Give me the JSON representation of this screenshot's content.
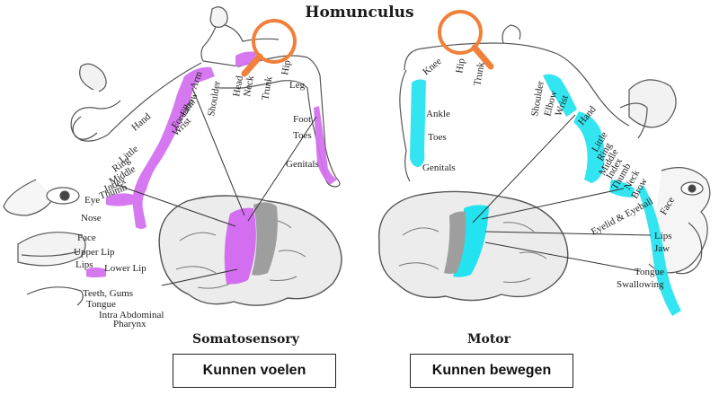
{
  "title": "Homunculus",
  "colors": {
    "sensory": "#d36ef0",
    "motor": "#22e3ef",
    "highlight": "#f0803a",
    "outline": "#3a3a3a"
  },
  "sensory": {
    "label": "Somatosensory",
    "caption": "Kunnen voelen",
    "labels": [
      "Trunk",
      "Hip",
      "Neck",
      "Head",
      "Shoulder",
      "Arm",
      "Elbow",
      "Forearm",
      "Wrist",
      "Hand",
      "Little",
      "Ring",
      "Middle",
      "Index",
      "Thumb",
      "Eye",
      "Nose",
      "Face",
      "Upper Lip",
      "Lips",
      "Lower Lip",
      "Teeth, Gums",
      "Tongue",
      "Intra Abdominal",
      "Pharynx",
      "Leg",
      "Foot",
      "Toes",
      "Genitals"
    ]
  },
  "motor": {
    "label": "Motor",
    "caption": "Kunnen bewegen",
    "labels": [
      "Hip",
      "Trunk",
      "Knee",
      "Ankle",
      "Toes",
      "Genitals",
      "Shoulder",
      "Elbow",
      "Wrist",
      "Hand",
      "Little",
      "Ring",
      "Middle",
      "Index",
      "Thumb",
      "Neck",
      "Brow",
      "Eyelid & Eyeball",
      "Face",
      "Lips",
      "Jaw",
      "Tongue",
      "Swallowing"
    ]
  }
}
